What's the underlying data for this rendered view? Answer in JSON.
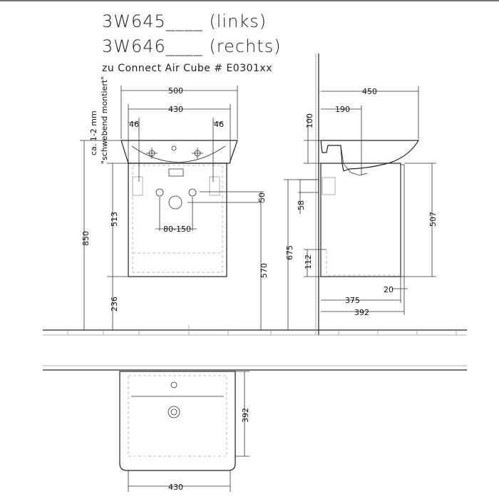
{
  "title": {
    "line1": "3W645____ (links)",
    "line2": "3W646____ (rechts)",
    "line3": "zu Connect Air Cube # E0301xx"
  },
  "note": {
    "line1": "ca. 1-2 mm",
    "line2": "\"schwebend montiert\""
  },
  "front_view": {
    "width_basin": "500",
    "width_cabinet": "430",
    "tap_offset_left": "46",
    "tap_offset_right": "46",
    "total_height": "850",
    "cabinet_height": "513",
    "floor_clearance": "236",
    "drain_height": "570",
    "bracket_height": "675",
    "drain_offset": "50",
    "drain_spacing": "80-150"
  },
  "side_view": {
    "depth_basin": "450",
    "drain_depth": "190",
    "basin_height": "100",
    "bracket_offset": "58",
    "bottom_offset": "112",
    "cabinet_height": "507",
    "front_thickness": "20",
    "body_depth": "375",
    "total_depth": "392"
  },
  "plan_view": {
    "depth": "392",
    "width": "430"
  }
}
